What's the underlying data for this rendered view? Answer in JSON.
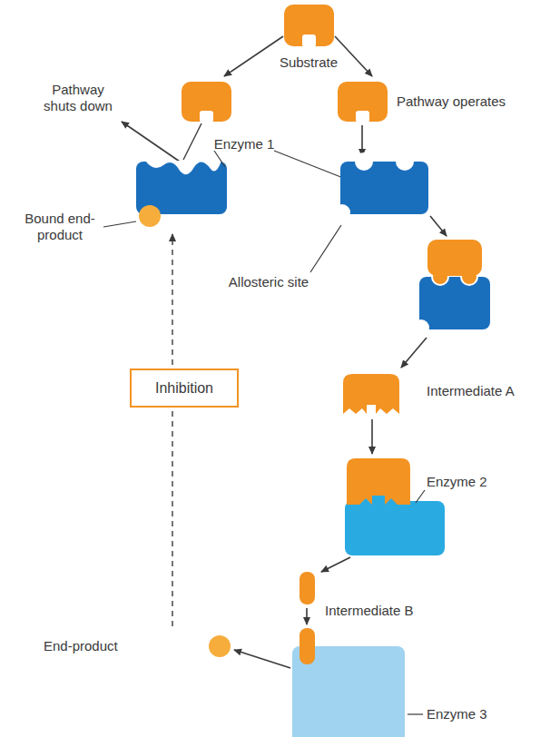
{
  "diagram": {
    "nodes": [
      {
        "text": [
          "Inhibition"
        ]
      }
    ],
    "labels": [
      "Substrate",
      "Pathway operates",
      "Pathway shuts down",
      "Enzyme 1",
      "Bound end-product",
      "Allosteric site",
      "Intermediate A",
      "Enzyme 2",
      "Intermediate B",
      "End-product",
      "Enzyme 3"
    ]
  }
}
